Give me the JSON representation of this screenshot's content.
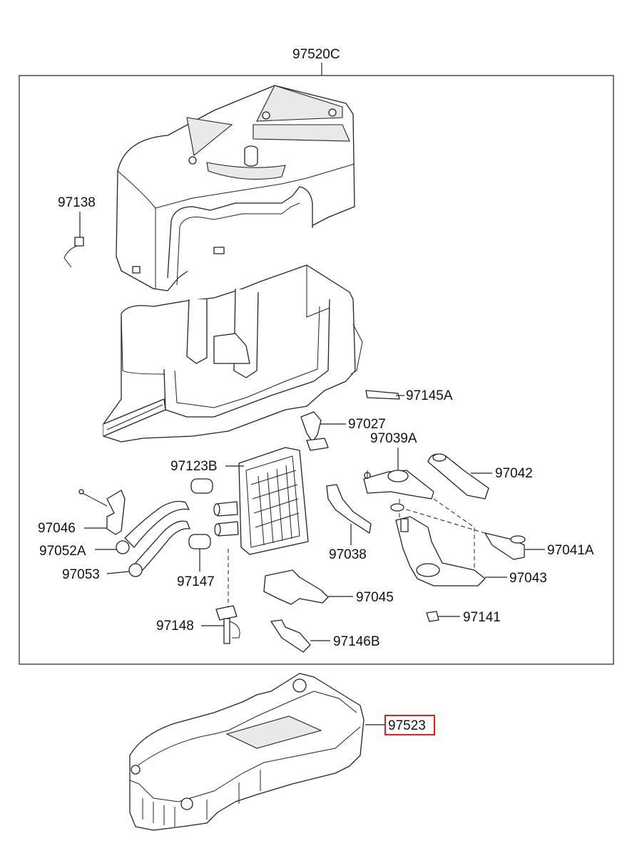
{
  "diagram": {
    "assembly_label": "97520C",
    "callouts": {
      "c97138": "97138",
      "c97145A": "97145A",
      "c97027": "97027",
      "c97039A": "97039A",
      "c97042": "97042",
      "c97123B": "97123B",
      "c97046": "97046",
      "c97052A": "97052A",
      "c97053": "97053",
      "c97147": "97147",
      "c97038": "97038",
      "c97041A": "97041A",
      "c97043": "97043",
      "c97045": "97045",
      "c97141": "97141",
      "c97148": "97148",
      "c97146B": "97146B",
      "c97523": "97523"
    },
    "highlighted_part": "97523",
    "highlight_color": "#e02020"
  }
}
